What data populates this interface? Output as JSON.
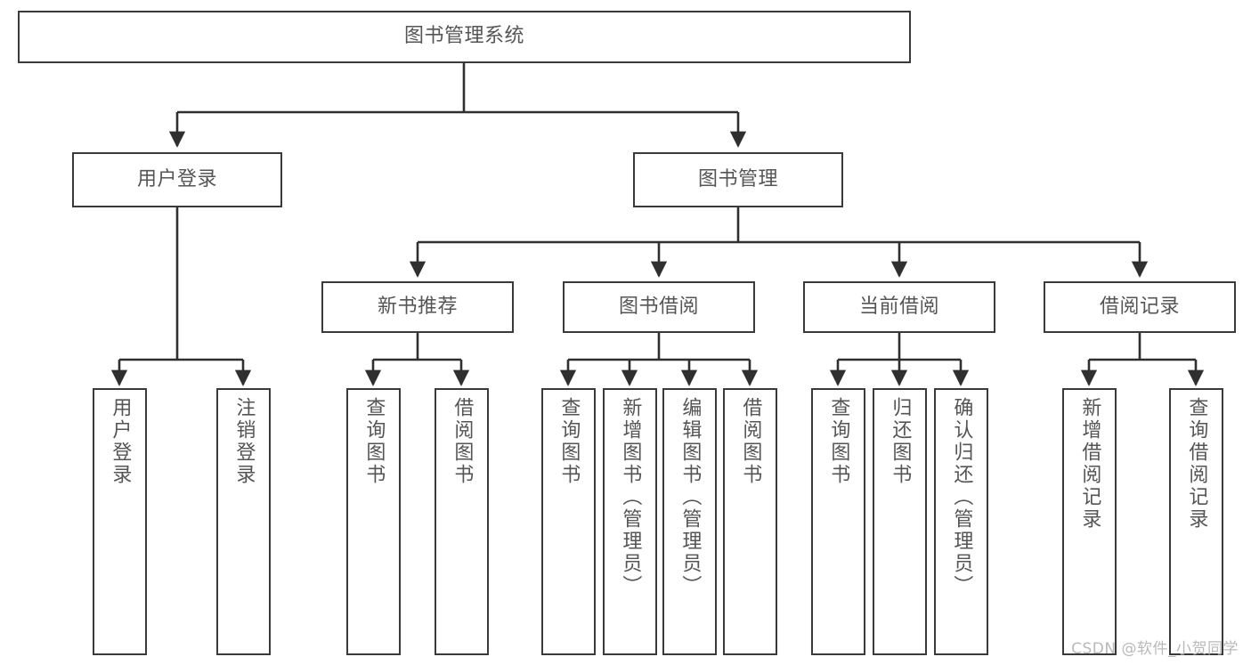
{
  "diagram": {
    "title": "图书管理系统",
    "type": "hierarchy-tree",
    "watermark": "CSDN @软件_小贺同学",
    "colors": {
      "box_border": "#3a3a3a",
      "box_fill": "#ffffff",
      "edge": "#2f2f2f",
      "text": "#555555",
      "watermark": "#b9b9b9",
      "background": "#ffffff"
    },
    "nodes": {
      "root": {
        "label": "图书管理系统",
        "orientation": "horizontal",
        "level": 1
      },
      "l2": [
        {
          "label": "用户登录",
          "orientation": "horizontal",
          "level": 2
        },
        {
          "label": "图书管理",
          "orientation": "horizontal",
          "level": 2
        }
      ],
      "l3": [
        {
          "label": "新书推荐",
          "orientation": "horizontal",
          "level": 3
        },
        {
          "label": "图书借阅",
          "orientation": "horizontal",
          "level": 3
        },
        {
          "label": "当前借阅",
          "orientation": "horizontal",
          "level": 3
        },
        {
          "label": "借阅记录",
          "orientation": "horizontal",
          "level": 3
        }
      ],
      "leaves_user_login": [
        {
          "label": "用户登录",
          "orientation": "vertical",
          "level": 3
        },
        {
          "label": "注销登录",
          "orientation": "vertical",
          "level": 3
        }
      ],
      "leaves_new_book": [
        {
          "label": "查询图书",
          "orientation": "vertical",
          "level": 4
        },
        {
          "label": "借阅图书",
          "orientation": "vertical",
          "level": 4
        }
      ],
      "leaves_borrow": [
        {
          "label": "查询图书",
          "orientation": "vertical",
          "level": 4
        },
        {
          "label": "新增图书（管理员）",
          "orientation": "vertical",
          "level": 4
        },
        {
          "label": "编辑图书（管理员）",
          "orientation": "vertical",
          "level": 4
        },
        {
          "label": "借阅图书",
          "orientation": "vertical",
          "level": 4
        }
      ],
      "leaves_current": [
        {
          "label": "查询图书",
          "orientation": "vertical",
          "level": 4
        },
        {
          "label": "归还图书",
          "orientation": "vertical",
          "level": 4
        },
        {
          "label": "确认归还（管理员）",
          "orientation": "vertical",
          "level": 4
        }
      ],
      "leaves_record": [
        {
          "label": "新增借阅记录",
          "orientation": "vertical",
          "level": 4
        },
        {
          "label": "查询借阅记录",
          "orientation": "vertical",
          "level": 4
        }
      ]
    }
  }
}
